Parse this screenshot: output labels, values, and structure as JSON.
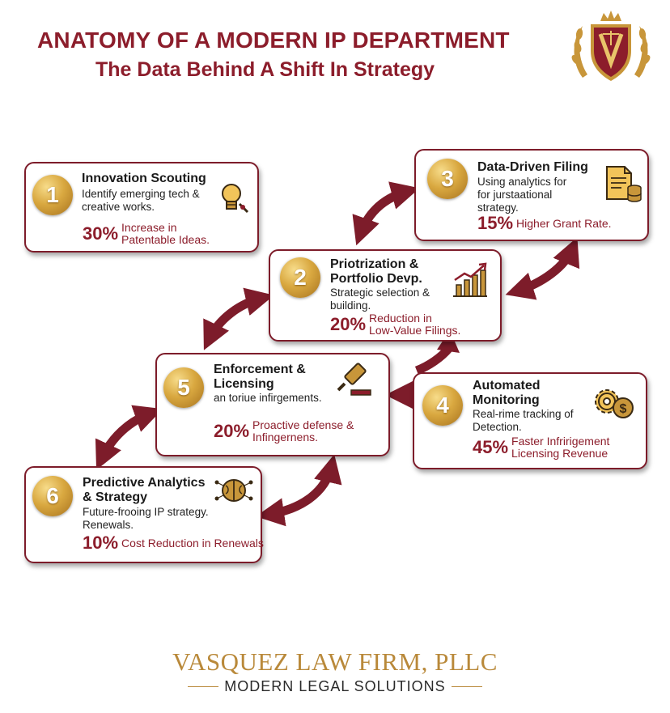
{
  "header": {
    "title": "ANATOMY OF A MODERN IP DEPARTMENT",
    "subtitle": "The Data Behind A Shift In Strategy"
  },
  "colors": {
    "accent": "#8c1d2b",
    "gold": "#c8963a"
  },
  "steps": [
    {
      "number": "1",
      "title_l1": "Innovation Scouting",
      "title_l2": "",
      "desc_l1": "Identify emerging tech &",
      "desc_l2": "creative works.",
      "desc_l3": "",
      "stat_value": "30%",
      "stat_l1": "Increase in",
      "stat_l2": "Patentable Ideas.",
      "icon": "lightbulb-icon"
    },
    {
      "number": "2",
      "title_l1": "Priotrization &",
      "title_l2": "Portfolio Devp.",
      "desc_l1": "Strategic selection &",
      "desc_l2": "building.",
      "desc_l3": "",
      "stat_value": "20%",
      "stat_l1": "Reduction in",
      "stat_l2": "Low-Value Filings.",
      "icon": "growth-chart-icon"
    },
    {
      "number": "3",
      "title_l1": "Data-Driven Filing",
      "title_l2": "",
      "desc_l1": "Using analytics for",
      "desc_l2": "for jurstaational",
      "desc_l3": "strategy.",
      "stat_value": "15%",
      "stat_l1": "Higher Grant Rate.",
      "stat_l2": "",
      "icon": "document-database-icon"
    },
    {
      "number": "4",
      "title_l1": "Automated",
      "title_l2": "Monitoring",
      "desc_l1": "Real-rime tracking of",
      "desc_l2": "Detection.",
      "desc_l3": "",
      "stat_value": "45%",
      "stat_l1": "Faster Infririgement",
      "stat_l2": "Licensing Revenue",
      "icon": "gear-dollar-icon"
    },
    {
      "number": "5",
      "title_l1": "Enforcement &",
      "title_l2": "Licensing",
      "desc_l1": "an toriue infirgements.",
      "desc_l2": "",
      "desc_l3": "",
      "stat_value": "20%",
      "stat_l1": "Proactive defense &",
      "stat_l2": "Infingernens.",
      "icon": "gavel-icon"
    },
    {
      "number": "6",
      "title_l1": "Predictive Analytics",
      "title_l2": "& Strategy",
      "desc_l1": "Future-frooing IP strategy.",
      "desc_l2": "Renewals.",
      "desc_l3": "",
      "stat_value": "10%",
      "stat_l1": "Cost Reduction in Renewals",
      "stat_l2": "",
      "icon": "brain-network-icon"
    }
  ],
  "footer": {
    "firm_name": "VASQUEZ LAW FIRM, PLLC",
    "tagline": "MODERN LEGAL SOLUTIONS"
  }
}
